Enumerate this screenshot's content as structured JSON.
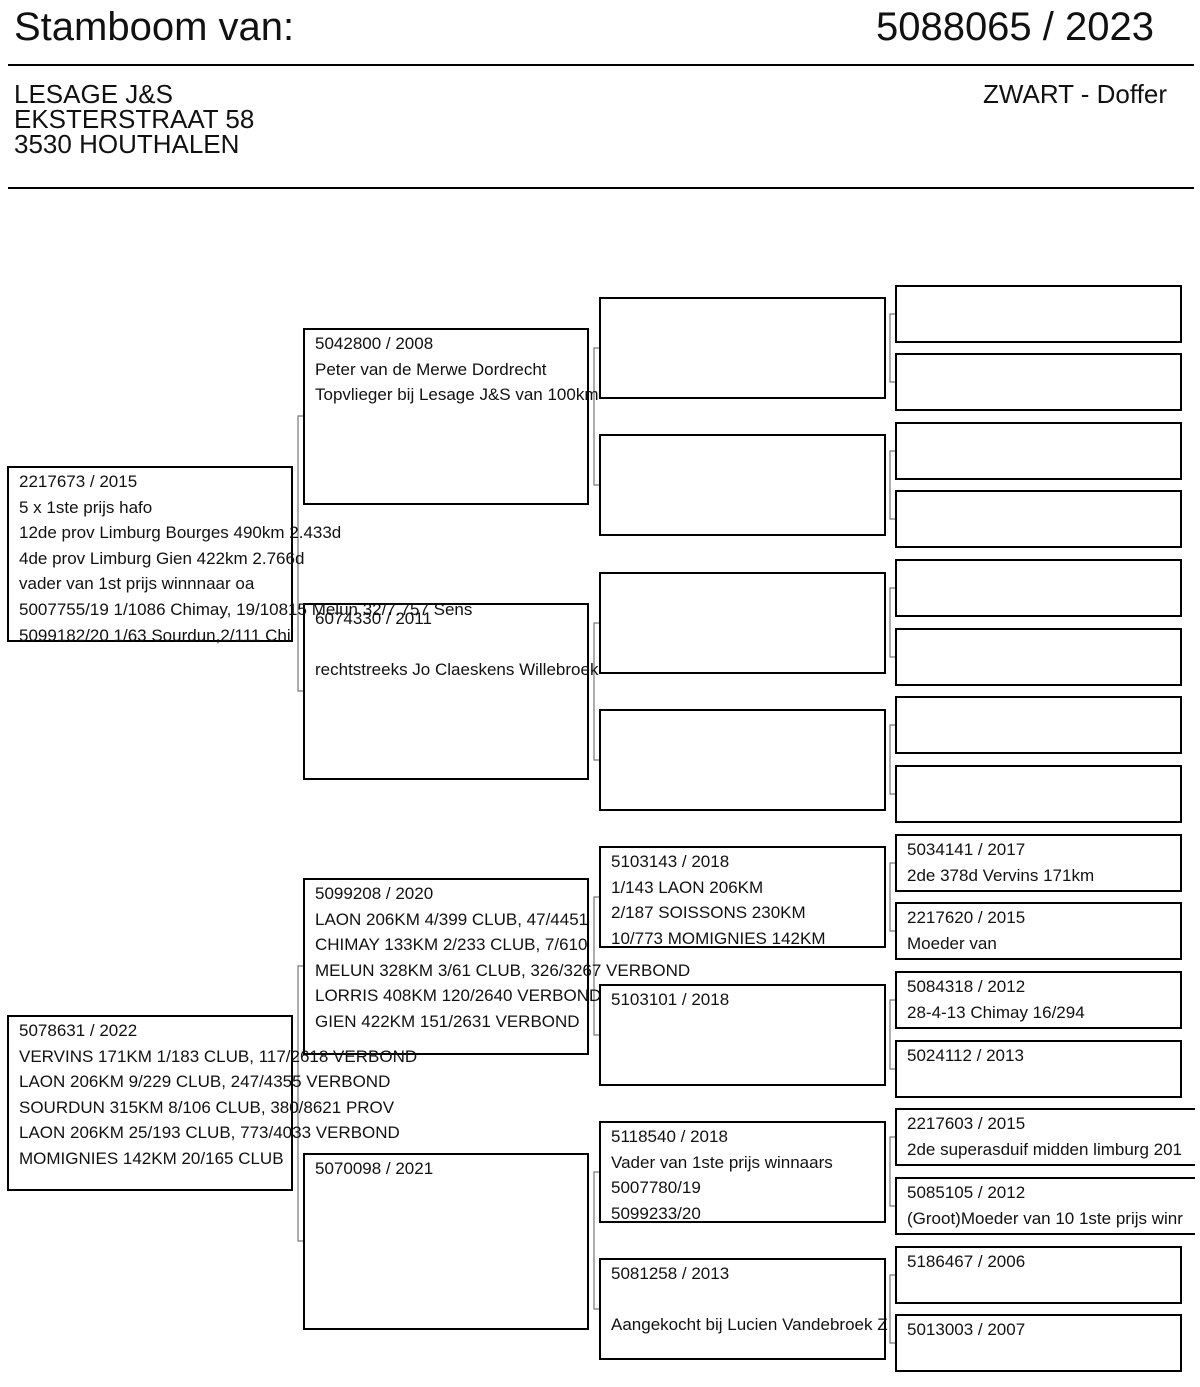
{
  "header": {
    "title": "Stamboom van:",
    "ring_number": "5088065 / 2023",
    "owner": {
      "name": "LESAGE J&S",
      "street": "EKSTERSTRAAT 58",
      "city": "3530 HOUTHALEN"
    },
    "color_sex": "ZWART - Doffer"
  },
  "pedigree": {
    "father": {
      "ring": "2217673 / 2015",
      "notes": [
        "5 x 1ste prijs hafo",
        "12de prov Limburg Bourges 490km 2.433d",
        "4de prov Limburg Gien 422km 2.766d",
        "vader van 1st prijs winnnaar oa",
        "5007755/19 1/1086 Chimay, 19/10815 Melun 32/7.757 Sens",
        "5099182/20 1/63 Sourdun,2/111 Chi"
      ]
    },
    "mother": {
      "ring": "5078631 / 2022",
      "notes": [
        "VERVINS 171KM 1/183 CLUB, 117/2618 VERBOND",
        "LAON 206KM 9/229 CLUB, 247/4355 VERBOND",
        "SOURDUN 315KM 8/106 CLUB, 380/8621 PROV",
        "LAON 206KM 25/193 CLUB, 773/4033 VERBOND",
        "MOMIGNIES 142KM 20/165 CLUB"
      ]
    },
    "ff": {
      "ring": "5042800 / 2008",
      "notes": [
        "Peter van de Merwe Dordrecht",
        "Topvlieger bij Lesage J&S van 100km"
      ]
    },
    "fm": {
      "ring": "6074330 / 2011",
      "notes": [
        "",
        "rechtstreeks Jo Claeskens Willebroek"
      ]
    },
    "mf": {
      "ring": "5099208 / 2020",
      "notes": [
        "LAON 206KM 4/399 CLUB, 47/4451",
        "CHIMAY 133KM 2/233 CLUB, 7/610",
        "MELUN 328KM 3/61 CLUB, 326/3267 VERBOND",
        "LORRIS 408KM 120/2640 VERBOND",
        "GIEN 422KM 151/2631 VERBOND"
      ]
    },
    "mm": {
      "ring": "5070098 / 2021",
      "notes": []
    },
    "fff": {
      "ring": "",
      "notes": []
    },
    "ffm": {
      "ring": "",
      "notes": []
    },
    "fmf": {
      "ring": "",
      "notes": []
    },
    "fmm": {
      "ring": "",
      "notes": []
    },
    "mff": {
      "ring": "5103143 / 2018",
      "notes": [
        "1/143 LAON 206KM",
        "2/187 SOISSONS 230KM",
        "10/773 MOMIGNIES 142KM"
      ]
    },
    "mfm": {
      "ring": "5103101 / 2018",
      "notes": []
    },
    "mmf": {
      "ring": "5118540 / 2018",
      "notes": [
        "Vader van 1ste prijs winnaars",
        "5007780/19",
        "5099233/20"
      ]
    },
    "mmm": {
      "ring": "5081258 / 2013",
      "notes": [
        "",
        "Aangekocht bij Lucien Vandebroek Z"
      ]
    },
    "gen4": [
      {
        "ring": "",
        "note": ""
      },
      {
        "ring": "",
        "note": ""
      },
      {
        "ring": "",
        "note": ""
      },
      {
        "ring": "",
        "note": ""
      },
      {
        "ring": "",
        "note": ""
      },
      {
        "ring": "",
        "note": ""
      },
      {
        "ring": "",
        "note": ""
      },
      {
        "ring": "",
        "note": ""
      },
      {
        "ring": "5034141 / 2017",
        "note": "2de 378d Vervins 171km"
      },
      {
        "ring": "2217620 / 2015",
        "note": "Moeder van"
      },
      {
        "ring": "5084318 / 2012",
        "note": "28-4-13 Chimay 16/294"
      },
      {
        "ring": "5024112 / 2013",
        "note": ""
      },
      {
        "ring": "2217603 / 2015",
        "note": "2de superasduif midden limburg 201"
      },
      {
        "ring": "5085105 / 2012",
        "note": "(Groot)Moeder van 10 1ste prijs winr"
      },
      {
        "ring": "5186467 / 2006",
        "note": ""
      },
      {
        "ring": "5013003 / 2007",
        "note": ""
      }
    ]
  }
}
